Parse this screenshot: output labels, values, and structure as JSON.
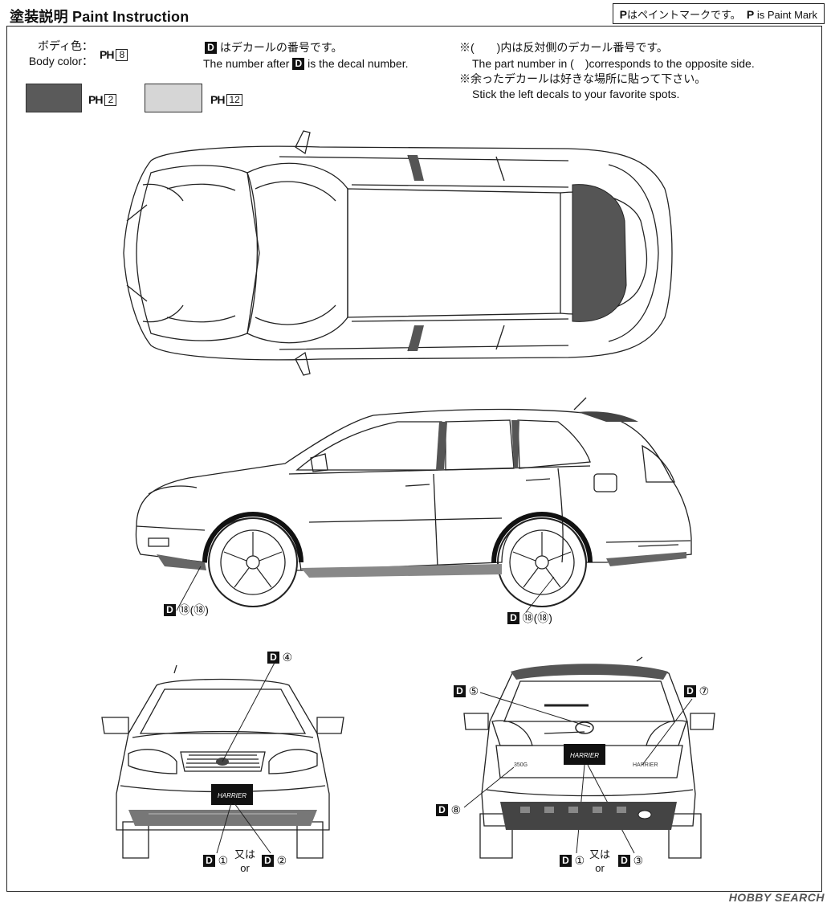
{
  "header": {
    "title": "塗装説明 Paint Instruction",
    "paint_mark_jp": "はペイントマークです。",
    "paint_mark_en": "is Paint Mark",
    "paint_mark_symbol": "P"
  },
  "body_color": {
    "label_jp": "ボディ色：",
    "label_en": "Body color：",
    "code_prefix": "PH",
    "code": "8"
  },
  "swatches": [
    {
      "name": "dark-gray",
      "color": "#5a5a5a",
      "code_prefix": "PH",
      "code": "2"
    },
    {
      "name": "light-gray",
      "color": "#d6d6d6",
      "code_prefix": "PH",
      "code": "12"
    }
  ],
  "decal_note": {
    "symbol": "D",
    "jp": "はデカールの番号です。",
    "en_before": "The number after",
    "en_after": "is the decal number."
  },
  "side_notes": {
    "line1": "※(　　)内は反対側のデカール番号です。",
    "line2": "The part number in (　)corresponds to the opposite side.",
    "line3": "※余ったデカールは好きな場所に貼って下さい。",
    "line4": "Stick the left decals to your favorite spots."
  },
  "callouts": {
    "side_front_wheel": {
      "d": "D",
      "text": "⑱(⑱)"
    },
    "side_rear_wheel": {
      "d": "D",
      "text": "⑱(⑱)"
    },
    "front_grille": {
      "d": "D",
      "text": "④"
    },
    "front_plate_a": {
      "d": "D",
      "text": "①"
    },
    "front_or_jp": "又は",
    "front_or_en": "or",
    "front_plate_b": {
      "d": "D",
      "text": "②"
    },
    "rear_emblem": {
      "d": "D",
      "text": "⑤"
    },
    "rear_harrier": {
      "d": "D",
      "text": "⑦"
    },
    "rear_350g": {
      "d": "D",
      "text": "⑧"
    },
    "rear_plate_a": {
      "d": "D",
      "text": "①"
    },
    "rear_or_jp": "又は",
    "rear_or_en": "or",
    "rear_plate_b": {
      "d": "D",
      "text": "③"
    }
  },
  "plates": {
    "front": "HARRIER",
    "rear": "HARRIER",
    "rear_badge_left": "350G",
    "rear_badge_right": "HARRIER"
  },
  "watermark": "HOBBY SEARCH"
}
